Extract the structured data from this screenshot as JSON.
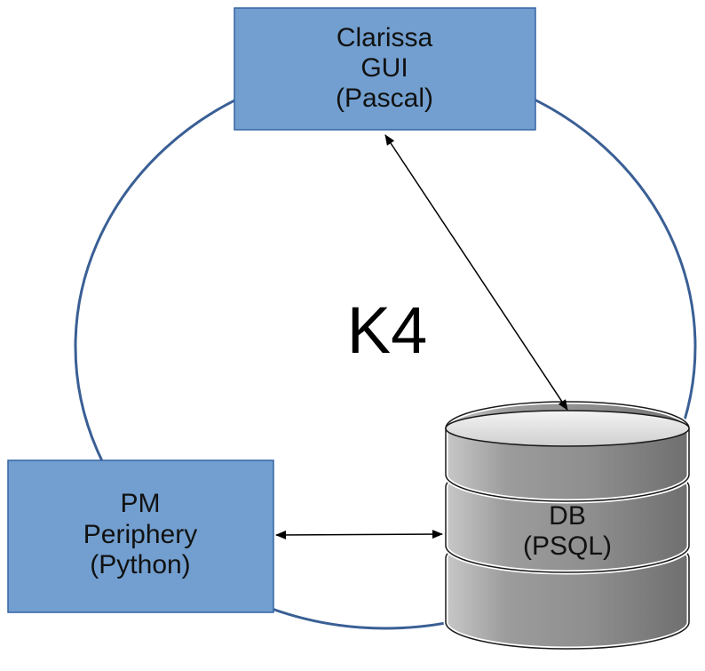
{
  "diagram": {
    "center_label": "K4",
    "gui": {
      "lines": [
        "Clarissa",
        "GUI",
        "(Pascal)"
      ]
    },
    "periphery": {
      "lines": [
        "PM",
        "Periphery",
        "(Python)"
      ]
    },
    "db": {
      "lines": [
        "DB",
        "(PSQL)"
      ]
    }
  },
  "colors": {
    "box_fill": "#729fcf",
    "box_stroke": "#3465a4",
    "ring": "#3a5f95",
    "arrow": "#000000",
    "db_fill": "#a6a6a6"
  }
}
